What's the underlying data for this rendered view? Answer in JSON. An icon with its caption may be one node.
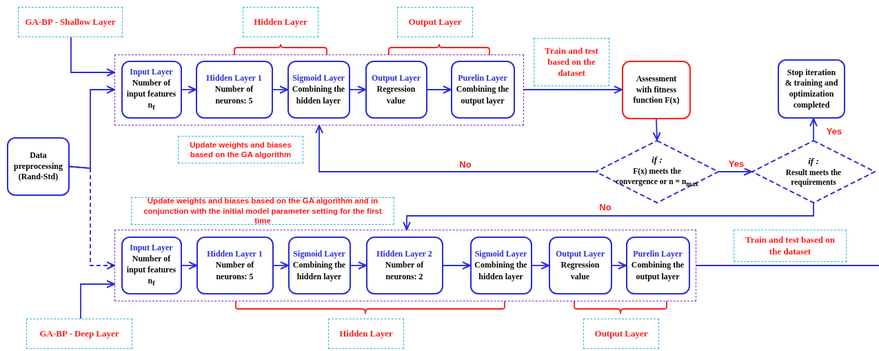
{
  "diagram": {
    "nodes": [
      {
        "text": [
          "GA-BP - Shallow Layer"
        ]
      },
      {
        "text": [
          "Hidden Layer"
        ]
      },
      {
        "text": [
          "Output Layer"
        ]
      },
      {
        "text": [
          "Train and test based on the dataset"
        ]
      },
      {
        "text": [],
        "shape": "box"
      },
      {
        "text": [
          "Input Layer",
          "Number of input features n$_{f}$"
        ],
        "in": 4
      },
      {
        "text": [
          "Hidden Layer 1",
          "Number of neurons: 5"
        ],
        "in": 4
      },
      {
        "text": [
          "Sigmoid Layer",
          "Combining the hidden layer"
        ],
        "in": 4
      },
      {
        "text": [
          "Output Layer",
          "Regression value"
        ],
        "in": 4
      },
      {
        "text": [
          "Purelin Layer",
          "Combining the output layer"
        ],
        "in": 4
      },
      {
        "text": [
          "Assessment with fitness function F(x)"
        ]
      },
      {
        "text": [
          "Stop iteration & training and optimization completed"
        ]
      },
      {
        "text": [
          "Data preprocessing (Rand-Std)"
        ]
      },
      {
        "text": [
          "Update weights and biases based on the GA algorithm"
        ]
      },
      {
        "text": [
          "if :",
          "F(x) meets the convergence or n = n$_{max}$"
        ]
      },
      {
        "text": [
          "if :",
          "Result meets the requirements"
        ]
      },
      {
        "text": [
          "Update weights and biases based on the GA algorithm and in conjunction with the initial model parameter setting for the first time"
        ]
      },
      {
        "text": [],
        "shape": "box"
      },
      {
        "text": [
          "Input Layer",
          "Number of input features n$_{f}$"
        ],
        "in": 17
      },
      {
        "text": [
          "Hidden Layer 1",
          "Number of neurons: 5"
        ],
        "in": 17
      },
      {
        "text": [
          "Sigmoid Layer",
          "Combining the hidden layer"
        ],
        "in": 17
      },
      {
        "text": [
          "Hidden Layer 2",
          "Number of neurons: 2"
        ],
        "in": 17
      },
      {
        "text": [
          "Sigmoid Layer",
          "Combining the hidden layer"
        ],
        "in": 17
      },
      {
        "text": [
          "Output Layer",
          "Regression value"
        ],
        "in": 17
      },
      {
        "text": [
          "Purelin Layer",
          "Combining the output layer"
        ],
        "in": 17
      },
      {
        "text": [
          "Train and test based on the dataset"
        ]
      },
      {
        "text": [
          "Hidden Layer"
        ]
      },
      {
        "text": [
          "Output Layer"
        ]
      },
      {
        "text": [
          "GA-BP - Deep Layer"
        ]
      }
    ],
    "edges": [
      {
        "from": 0,
        "to": 4,
        "arrow": "to"
      },
      {
        "from": 12,
        "to": 4,
        "arrow": "to"
      },
      {
        "from": 12,
        "to": 17,
        "arrow": "to",
        "style": "dashed"
      },
      {
        "from": 5,
        "to": 6,
        "arrow": "to"
      },
      {
        "from": 6,
        "to": 7,
        "arrow": "to"
      },
      {
        "from": 7,
        "to": 8,
        "arrow": "to"
      },
      {
        "from": 8,
        "to": 9,
        "arrow": "to"
      },
      {
        "from": 4,
        "to": 10,
        "arrow": "to"
      },
      {
        "from": 10,
        "to": 14,
        "arrow": "to"
      },
      {
        "from": 14,
        "to": 4,
        "arrow": "to",
        "label": "No"
      },
      {
        "from": 14,
        "to": 15,
        "arrow": "to",
        "label": "Yes"
      },
      {
        "from": 15,
        "to": 11,
        "arrow": "to",
        "label": "Yes"
      },
      {
        "from": 15,
        "to": 17,
        "arrow": "to",
        "label": "No"
      },
      {
        "from": 28,
        "to": 17,
        "arrow": "to"
      },
      {
        "from": 18,
        "to": 19,
        "arrow": "to"
      },
      {
        "from": 19,
        "to": 20,
        "arrow": "to"
      },
      {
        "from": 20,
        "to": 21,
        "arrow": "to"
      },
      {
        "from": 21,
        "to": 22,
        "arrow": "to"
      },
      {
        "from": 22,
        "to": 23,
        "arrow": "to"
      },
      {
        "from": 23,
        "to": 24,
        "arrow": "to"
      },
      {
        "from": 17,
        "to": null,
        "arrow": "none"
      }
    ]
  }
}
